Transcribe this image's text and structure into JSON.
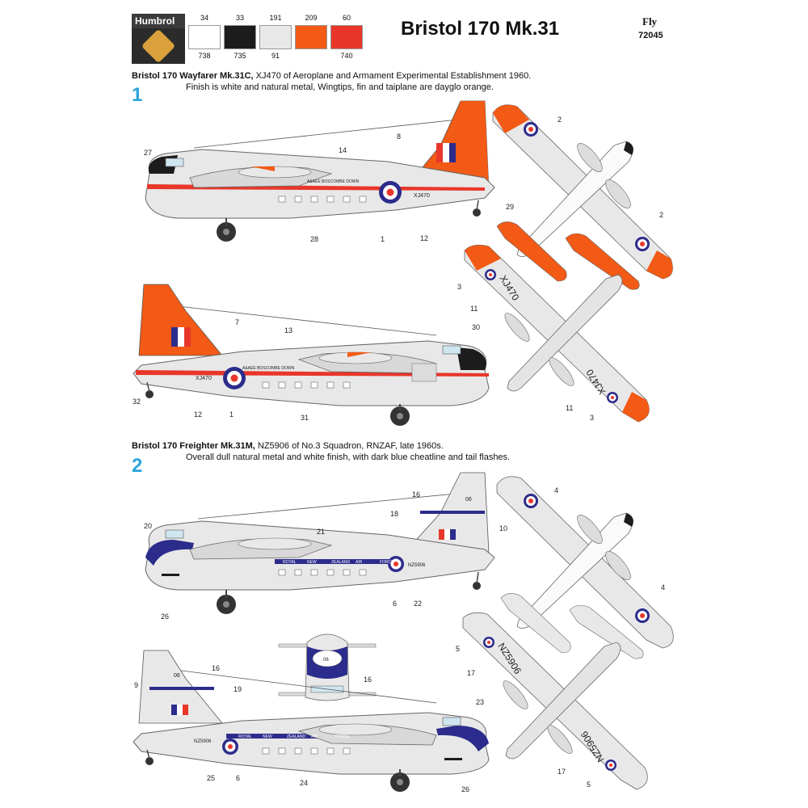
{
  "paint_chart": {
    "brand": "Humbrol",
    "columns": [
      {
        "humbrol": "34",
        "ak": "738",
        "color": "#ffffff"
      },
      {
        "humbrol": "33",
        "ak": "735",
        "color": "#1c1c1c"
      },
      {
        "humbrol": "191",
        "ak": "91",
        "color": "#e8e8e8"
      },
      {
        "humbrol": "209",
        "ak": "",
        "color": "#f25a16"
      },
      {
        "humbrol": "60",
        "ak": "740",
        "color": "#e8372a"
      }
    ]
  },
  "header": {
    "title": "Bristol 170 Mk.31",
    "publisher": "Fly",
    "kit_code": "72045"
  },
  "scheme1": {
    "number": "1",
    "name": "Bristol 170 Wayfarer Mk.31C,",
    "line1_rest": " XJ470 of Aeroplane and Armament Experimental Establishment 1960.",
    "line2": "Finish is white and natural metal, Wingtips, fin and taiplane are dayglo orange.",
    "serial": "XJ470",
    "unit_text": "A&AEE BOSCOMBE DOWN",
    "callouts": {
      "c27": "27",
      "c14": "14",
      "c8": "8",
      "c29": "29",
      "c28": "28",
      "c1a": "1",
      "c12a": "12",
      "c7": "7",
      "c13": "13",
      "c30": "30",
      "c32": "32",
      "c12b": "12",
      "c1b": "1",
      "c31": "31",
      "c2a": "2",
      "c2b": "2",
      "c3a": "3",
      "c11a": "11",
      "c11b": "11",
      "c3b": "3"
    }
  },
  "scheme2": {
    "number": "2",
    "name": "Bristol 170 Freighter Mk.31M,",
    "line1_rest": " NZ5906 of No.3 Squadron, RNZAF, late 1960s.",
    "line2": "Overall dull natural metal and white finish, with dark blue cheatline and tail flashes.",
    "serial": "NZ5906",
    "cheat_words": [
      "ROYAL",
      "NEW",
      "ZEALAND",
      "AIR",
      "FORCE"
    ],
    "fin_code": "06",
    "callouts": {
      "c20": "20",
      "c16a": "16",
      "c18": "18",
      "c10": "10",
      "c21": "21",
      "c26a": "26",
      "c6a": "6",
      "c22": "22",
      "c9": "9",
      "c16b": "16",
      "c19": "19",
      "c16c": "16",
      "c23": "23",
      "c25": "25",
      "c6b": "6",
      "c24": "24",
      "c26b": "26",
      "c4a": "4",
      "c4b": "4",
      "c5a": "5",
      "c17a": "17",
      "c17b": "17",
      "c5b": "5"
    }
  }
}
